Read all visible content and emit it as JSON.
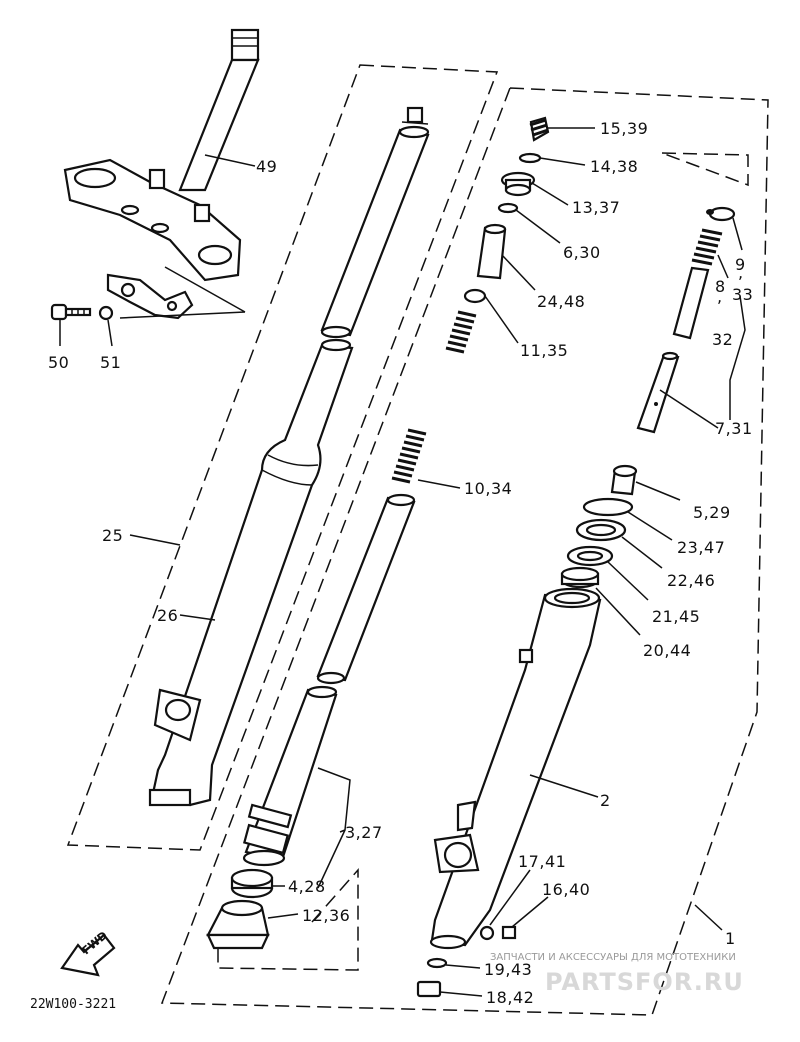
{
  "diagram": {
    "part_labels": {
      "p49": "49",
      "p50": "50",
      "p51": "51",
      "p25": "25",
      "p26": "26",
      "p15_39": "15,39",
      "p14_38": "14,38",
      "p13_37": "13,37",
      "p6_30": "6,30",
      "p24_48": "24,48",
      "p11_35": "11,35",
      "p10_34": "10,34",
      "p9": "9",
      "p33": "33",
      "p8": "8",
      "p32": "32",
      "p7_31": "7,31",
      "p5_29": "5,29",
      "p23_47": "23,47",
      "p22_46": "22,46",
      "p21_45": "21,45",
      "p20_44": "20,44",
      "p2": "2",
      "p3_27": "3,27",
      "p4_28": "4,28",
      "p12_36": "12,36",
      "p17_41": "17,41",
      "p16_40": "16,40",
      "p1": "1",
      "p19_43": "19,43",
      "p18_42": "18,42"
    },
    "fwd_label": "FWD",
    "drawing_code": "22W100-3221"
  },
  "watermark": {
    "subtitle": "ЗАПЧАСТИ И АКСЕССУАРЫ ДЛЯ МОТОТЕХНИКИ",
    "brand": "PARTSFOR.RU"
  }
}
